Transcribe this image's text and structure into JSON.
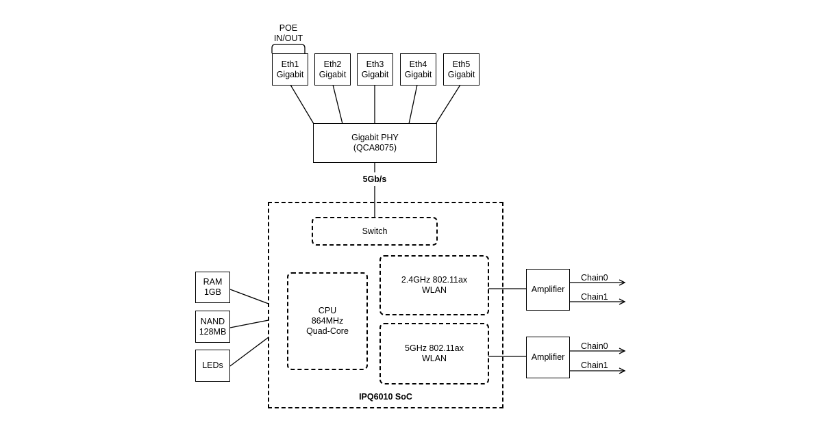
{
  "poe": {
    "line1": "POE",
    "line2": "IN/OUT"
  },
  "eth_ports": [
    {
      "name": "Eth1",
      "speed": "Gigabit"
    },
    {
      "name": "Eth2",
      "speed": "Gigabit"
    },
    {
      "name": "Eth3",
      "speed": "Gigabit"
    },
    {
      "name": "Eth4",
      "speed": "Gigabit"
    },
    {
      "name": "Eth5",
      "speed": "Gigabit"
    }
  ],
  "phy": {
    "line1": "Gigabit PHY",
    "line2": "(QCA8075)"
  },
  "link_speed": "5Gb/s",
  "soc": {
    "label": "IPQ6010 SoC",
    "switch": "Switch",
    "cpu": {
      "line1": "CPU",
      "line2": "864MHz",
      "line3": "Quad-Core"
    },
    "wlan_24": {
      "line1": "2.4GHz 802.11ax",
      "line2": "WLAN"
    },
    "wlan_5": {
      "line1": "5GHz 802.11ax",
      "line2": "WLAN"
    }
  },
  "peripherals": {
    "ram": {
      "line1": "RAM",
      "line2": "1GB"
    },
    "nand": {
      "line1": "NAND",
      "line2": "128MB"
    },
    "leds": {
      "line1": "LEDs"
    }
  },
  "amplifiers": [
    {
      "label": "Amplifier",
      "chains": [
        "Chain0",
        "Chain1"
      ]
    },
    {
      "label": "Amplifier",
      "chains": [
        "Chain0",
        "Chain1"
      ]
    }
  ]
}
